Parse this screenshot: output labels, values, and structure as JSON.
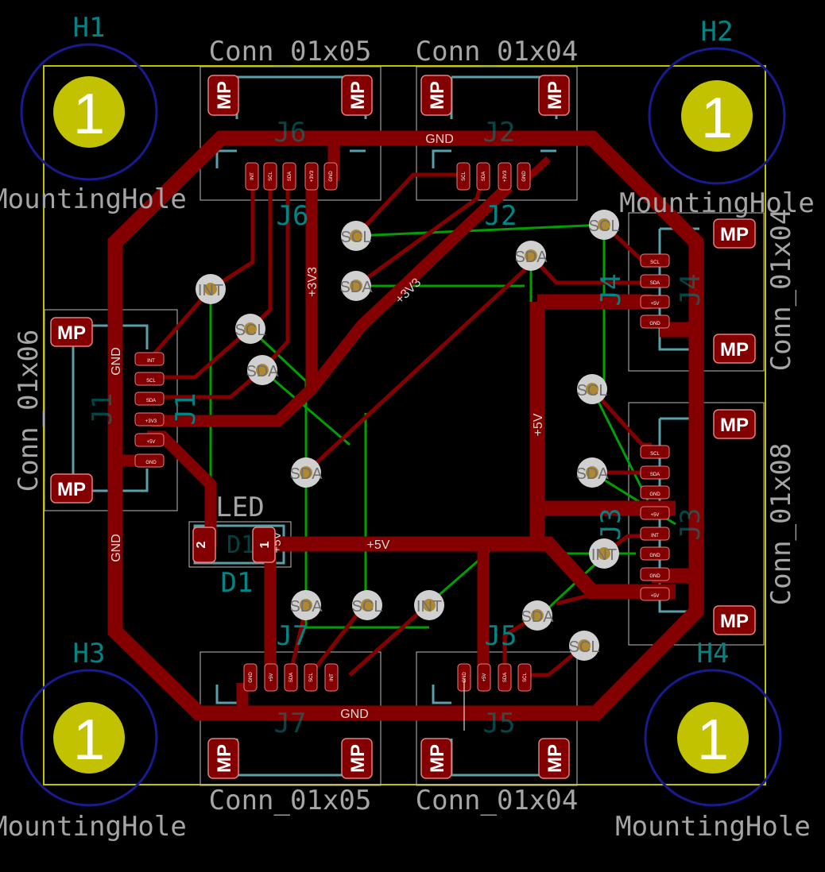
{
  "colors": {
    "background": "#000000",
    "copper": "#840000",
    "pad": "#c80000",
    "pad_outline": "#e08080",
    "silk_yellow": "#c2c200",
    "courtyard": "#5aa0a8",
    "ratsnest_green": "#00a000",
    "mounting_ring": "#1a1a90",
    "via_fill": "#d0d0d0",
    "reference_text": "#008484",
    "value_text": "#a5a5a5",
    "fab_outline": "#bbbbbb"
  },
  "mounting_holes": {
    "h1": {
      "ref": "H1",
      "value": "MountingHole",
      "pad": "1"
    },
    "h2": {
      "ref": "H2",
      "value": "MountingHole",
      "pad": "1"
    },
    "h3": {
      "ref": "H3",
      "value": "MountingHole",
      "pad": "1"
    },
    "h4": {
      "ref": "H4",
      "value": "MountingHole",
      "pad": "1"
    }
  },
  "connectors": {
    "j6": {
      "ref": "J6",
      "value": "Conn_01x05",
      "pins": [
        "INT",
        "SCL",
        "SDA",
        "+3V3",
        "GND"
      ]
    },
    "j2": {
      "ref": "J2",
      "value": "Conn_01x04",
      "pins": [
        "GND",
        "SCL",
        "SDA",
        "+3V3"
      ]
    },
    "j1": {
      "ref": "J1",
      "value": "Conn_01x06",
      "pins": [
        "INT",
        "SCL",
        "SDA",
        "+3V3",
        "+5V",
        "GND"
      ]
    },
    "j4": {
      "ref": "J4",
      "value": "Conn_01x04",
      "pins": [
        "SCL",
        "SDA",
        "+5V",
        "GND"
      ]
    },
    "j3": {
      "ref": "J3",
      "value": "Conn_01x08",
      "pins": [
        "SCL",
        "SDA",
        "GND",
        "+5V",
        "INT",
        "GND",
        "GND",
        "+5V"
      ]
    },
    "j7": {
      "ref": "J7",
      "value": "Conn_01x05",
      "pins": [
        "GND",
        "+5V",
        "SDA",
        "SCL",
        "INT"
      ]
    },
    "j5": {
      "ref": "J5",
      "value": "Conn_01x04",
      "pins": [
        "GND",
        "+5V",
        "SDA",
        "SCL"
      ]
    }
  },
  "led": {
    "ref": "D1",
    "value": "LED",
    "pad1": "1",
    "pad2": "2",
    "pad1_net": "+5V"
  },
  "pad_label": "MP",
  "nets": {
    "gnd": "GND",
    "v33": "+3V3",
    "v5": "+5V",
    "scl": "SCL",
    "sda": "SDA",
    "int": "INT"
  }
}
